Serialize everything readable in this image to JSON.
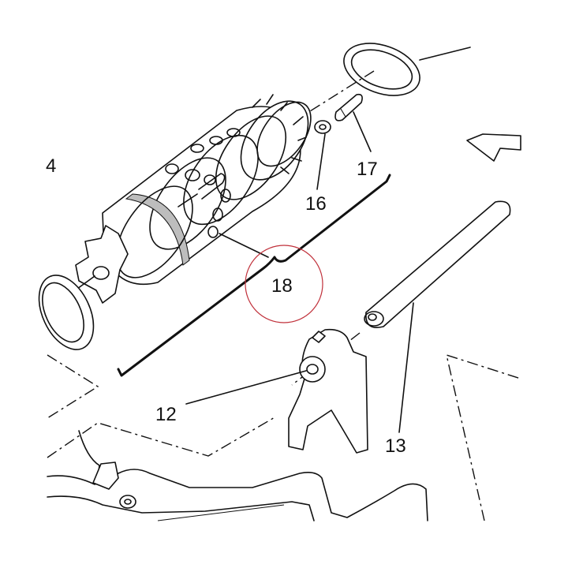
{
  "diagram": {
    "labels": {
      "l12": "12",
      "l13": "13",
      "l16": "16",
      "l17": "17",
      "l18": "18",
      "l4": "4"
    },
    "highlight_color": "#c0303a"
  }
}
